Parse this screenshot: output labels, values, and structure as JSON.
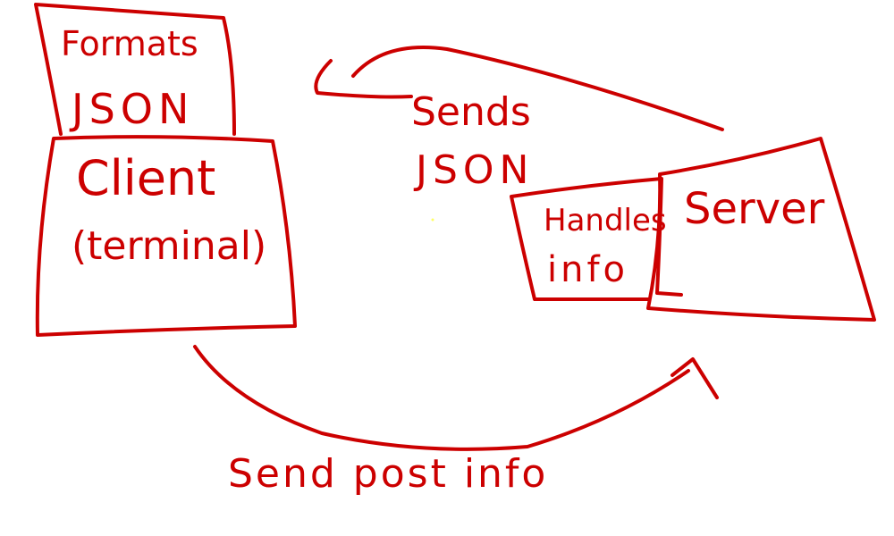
{
  "colors": {
    "ink": "#cc0000",
    "background": "#ffffff"
  },
  "nodes": {
    "formats": {
      "line1": "Formats",
      "line2": "JSON"
    },
    "client": {
      "line1": "Client",
      "line2": "(terminal)"
    },
    "handles": {
      "line1": "Handles",
      "line2": "info"
    },
    "server": {
      "line1": "Server"
    }
  },
  "edges": {
    "sends_json": {
      "line1": "Sends",
      "line2": "JSON"
    },
    "send_post_info": {
      "label": "Send post info"
    }
  }
}
